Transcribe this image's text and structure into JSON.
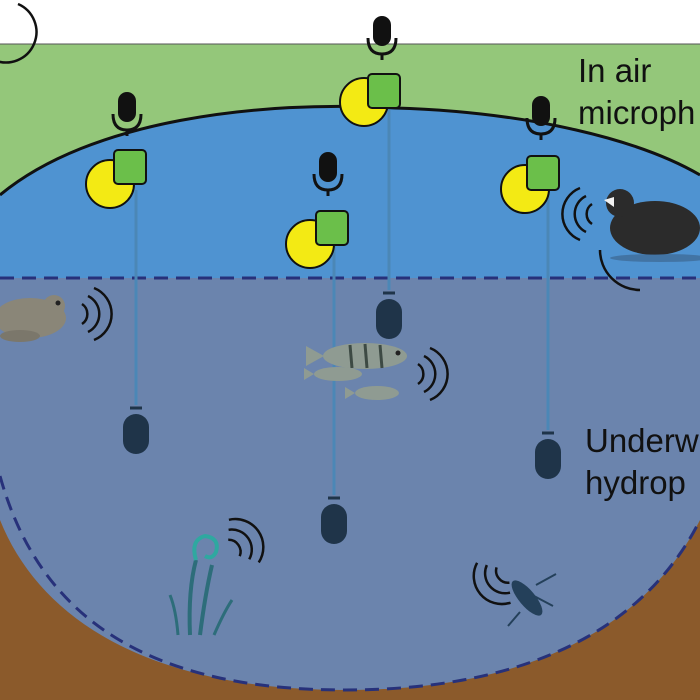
{
  "labels": {
    "air_line1": "In air",
    "air_line2": "microph",
    "water_line1": "Underw",
    "water_line2": "hydrop"
  },
  "colors": {
    "white": "#ffffff",
    "land": "#94c77a",
    "soil": "#8b5a2b",
    "surface_water": "#4f93d1",
    "deep_water": "#6b84ad",
    "dashed_line": "#27317a",
    "buoy": "#f3ea14",
    "logger": "#6bbf4a",
    "device": "#1f3449",
    "cable": "#4b87b6"
  },
  "icons": [
    "microphone-icon",
    "hydrophone-icon",
    "buoy-icon",
    "logger-box-icon",
    "coot-bird-icon",
    "toad-icon",
    "perch-fish-icon",
    "water-plant-icon",
    "water-insect-icon",
    "sound-wave-icon"
  ]
}
